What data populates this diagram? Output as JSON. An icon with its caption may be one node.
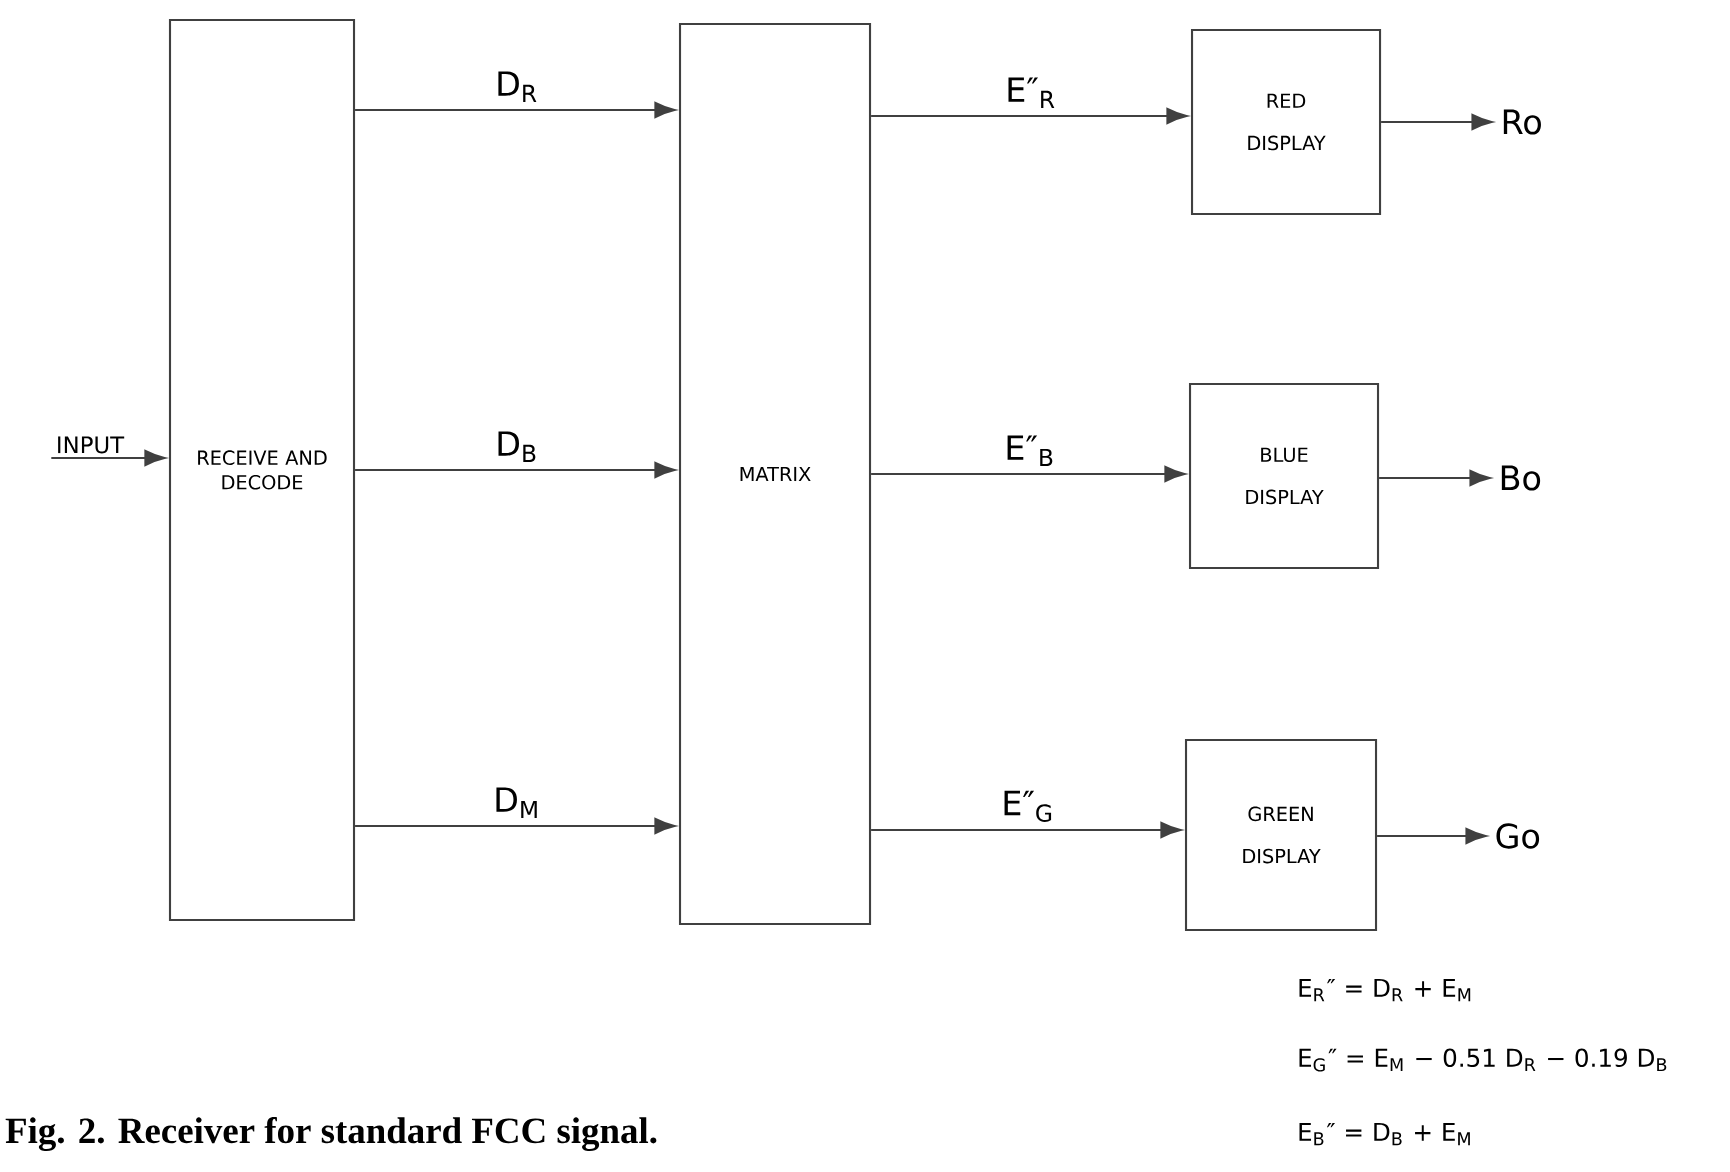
{
  "diagram": {
    "caption": "Fig. 2. Receiver for standard FCC signal.",
    "nodes": [
      {
        "text": [
          "INPUT"
        ]
      },
      {
        "text": [
          "RECEIVE AND DECODE"
        ]
      },
      {
        "text": [
          "MATRIX"
        ]
      },
      {
        "text": [
          "RED",
          "DISPLAY"
        ]
      },
      {
        "text": [
          "BLUE",
          "DISPLAY"
        ]
      },
      {
        "text": [
          "GREEN",
          "DISPLAY"
        ]
      },
      {
        "text": [
          "Ro"
        ]
      },
      {
        "text": [
          "Bo"
        ]
      },
      {
        "text": [
          "Go"
        ]
      }
    ],
    "edges": [
      {
        "from": 0,
        "to": 1,
        "arrow": "to"
      },
      {
        "from": 1,
        "to": 2,
        "arrow": "to",
        "label": "D$_{R}$"
      },
      {
        "from": 1,
        "to": 2,
        "arrow": "to",
        "label": "D$_{B}$"
      },
      {
        "from": 1,
        "to": 2,
        "arrow": "to",
        "label": "D$_{M}$"
      },
      {
        "from": 2,
        "to": 3,
        "arrow": "to",
        "label": "E″$_{R}$"
      },
      {
        "from": 2,
        "to": 4,
        "arrow": "to",
        "label": "E″$_{B}$"
      },
      {
        "from": 2,
        "to": 5,
        "arrow": "to",
        "label": "E″$_{G}$"
      },
      {
        "from": 3,
        "to": 6,
        "arrow": "to"
      },
      {
        "from": 4,
        "to": 7,
        "arrow": "to"
      },
      {
        "from": 5,
        "to": 8,
        "arrow": "to"
      }
    ],
    "labels": [
      "E$_{R}$″ = D$_{R}$ + E$_{M}$",
      "E$_{G}$″ = E$_{M}$ − 0.51 D$_{R}$ − 0.19 D$_{B}$",
      "E$_{B}$″ = D$_{B}$ + E$_{M}$"
    ]
  }
}
